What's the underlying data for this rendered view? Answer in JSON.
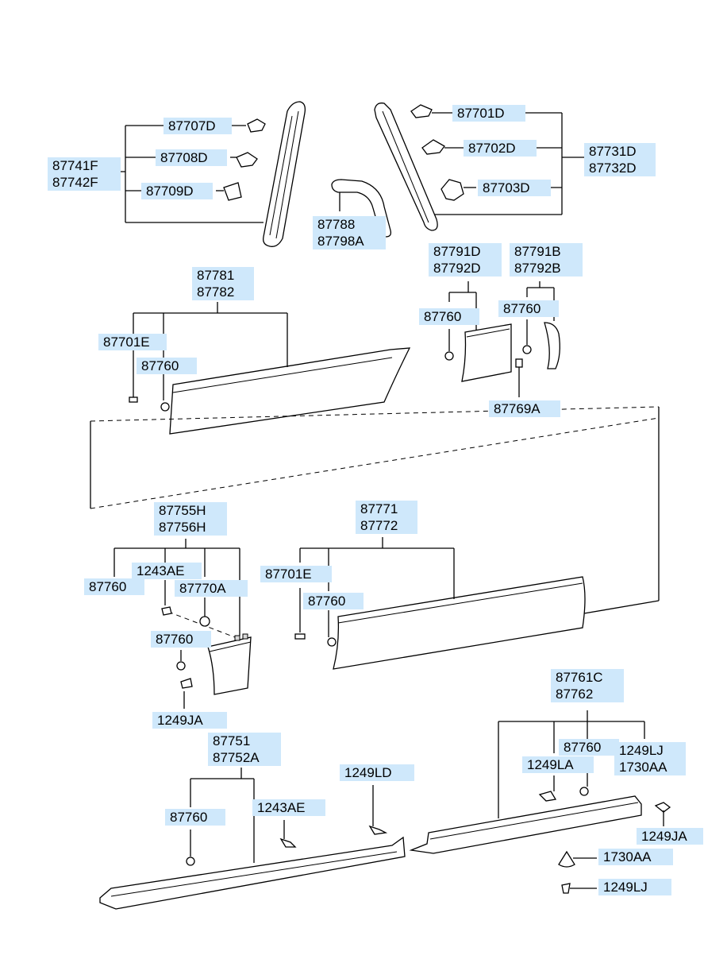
{
  "labels": {
    "p87707D": "87707D",
    "p87708D": "87708D",
    "p87709D": "87709D",
    "p87741F": "87741F\n87742F",
    "p87788": "87788\n87798A",
    "p87701D": "87701D",
    "p87702D": "87702D",
    "p87703D": "87703D",
    "p87731D": "87731D\n87732D",
    "p87781": "87781\n87782",
    "p87701E_top": "87701E",
    "p87760_a": "87760",
    "p87791D": "87791D\n87792D",
    "p87760_b": "87760",
    "p87791B": "87791B\n87792B",
    "p87760_c": "87760",
    "p87769A": "87769A",
    "p87755H": "87755H\n87756H",
    "p87760_d": "87760",
    "p1243AE_a": "1243AE",
    "p87770A": "87770A",
    "p87760_e": "87760",
    "p1249JA_a": "1249JA",
    "p87771": "87771\n87772",
    "p87701E_mid": "87701E",
    "p87760_f": "87760",
    "p87751": "87751\n87752A",
    "p87760_g": "87760",
    "p1243AE_b": "1243AE",
    "p1249LD": "1249LD",
    "p87761C": "87761C\n87762",
    "p87760_h": "87760",
    "p1249LA": "1249LA",
    "p1249LJ_a": "1249LJ\n1730AA",
    "p1249JA_b": "1249JA",
    "p1730AA": "1730AA",
    "p1249LJ_b": "1249LJ"
  }
}
